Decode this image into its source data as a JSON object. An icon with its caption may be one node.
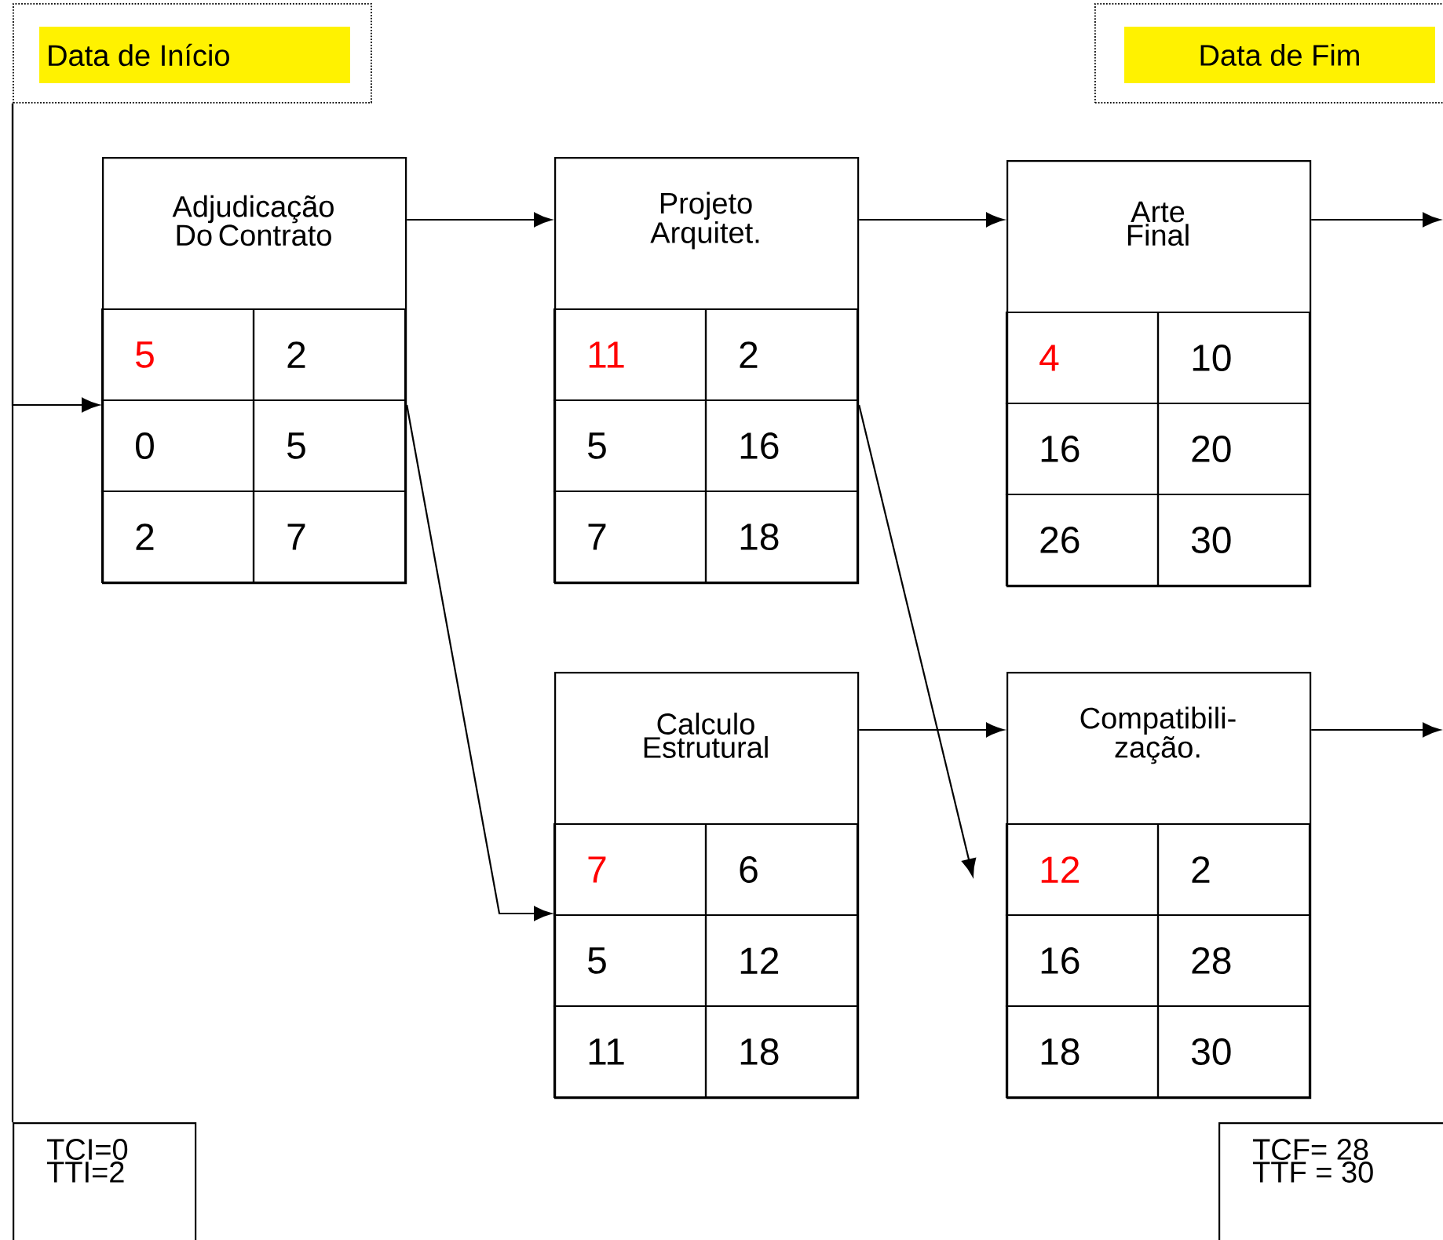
{
  "diagram": {
    "nodes": [
      {
        "text": [
          "Data de Início"
        ]
      },
      {
        "text": [
          "Data de Fim"
        ]
      },
      {
        "text": [
          "Adjudicação Do Contrato",
          "5",
          "2",
          "0",
          "5",
          "2",
          "7"
        ]
      },
      {
        "text": [
          "Projeto Arquitet.",
          "11",
          "2",
          "5",
          "16",
          "7",
          "18"
        ]
      },
      {
        "text": [
          "Arte Final",
          "4",
          "10",
          "16",
          "20",
          "26",
          "30"
        ]
      },
      {
        "text": [
          "Calculo Estrutural",
          "7",
          "6",
          "5",
          "12",
          "11",
          "18"
        ]
      },
      {
        "text": [
          "Compatibili- zação.",
          "12",
          "2",
          "16",
          "28",
          "18",
          "30"
        ]
      },
      {
        "text": [
          "TCI=0",
          "TTI=2"
        ]
      },
      {
        "text": [
          "TCF= 28",
          "TTF = 30"
        ]
      }
    ],
    "edges": [
      {
        "from": 0,
        "to": 7,
        "arrow": "none"
      },
      {
        "from": 0,
        "to": 2,
        "arrow": "to"
      },
      {
        "from": 2,
        "to": 3,
        "arrow": "to"
      },
      {
        "from": 3,
        "to": 4,
        "arrow": "to"
      },
      {
        "from": 4,
        "to": null,
        "arrow": "to"
      },
      {
        "from": 2,
        "to": 5,
        "arrow": "to"
      },
      {
        "from": 3,
        "to": 6,
        "arrow": "to"
      },
      {
        "from": 5,
        "to": 6,
        "arrow": "to"
      },
      {
        "from": 6,
        "to": null,
        "arrow": "to"
      }
    ]
  }
}
